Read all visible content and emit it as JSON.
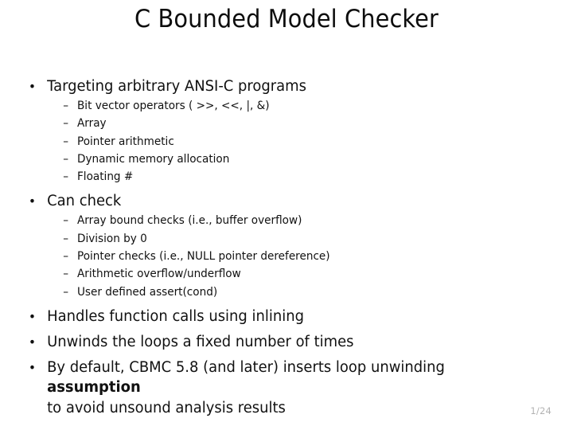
{
  "slide": {
    "title": "C Bounded Model Checker",
    "page_number": "1/24",
    "bullet_glyph": "•",
    "subbullet_glyph": "–",
    "colors": {
      "background": "#ffffff",
      "text": "#111111",
      "title": "#0d0d0d",
      "page_number": "#b3b3b3"
    },
    "bullets": [
      {
        "text": "Targeting arbitrary ANSI-C programs",
        "sub": [
          "Bit vector operators ( >>, <<, |, &)",
          "Array",
          "Pointer arithmetic",
          "Dynamic memory allocation",
          "Floating #"
        ]
      },
      {
        "text": "Can check",
        "sub": [
          "Array bound checks (i.e., buffer overflow)",
          "Division by 0",
          "Pointer checks (i.e., NULL pointer dereference)",
          "Arithmetic overflow/underflow",
          "User defined assert(cond)"
        ]
      },
      {
        "text": "Handles function calls using inlining",
        "sub": []
      },
      {
        "text": "Unwinds the loops a fixed number of times",
        "sub": []
      },
      {
        "text_parts": {
          "before_bold": "By default, CBMC 5.8 (and later) inserts loop unwinding ",
          "bold": "assumption",
          "wrap_line": "to avoid unsound analysis results"
        },
        "sub": []
      }
    ]
  }
}
